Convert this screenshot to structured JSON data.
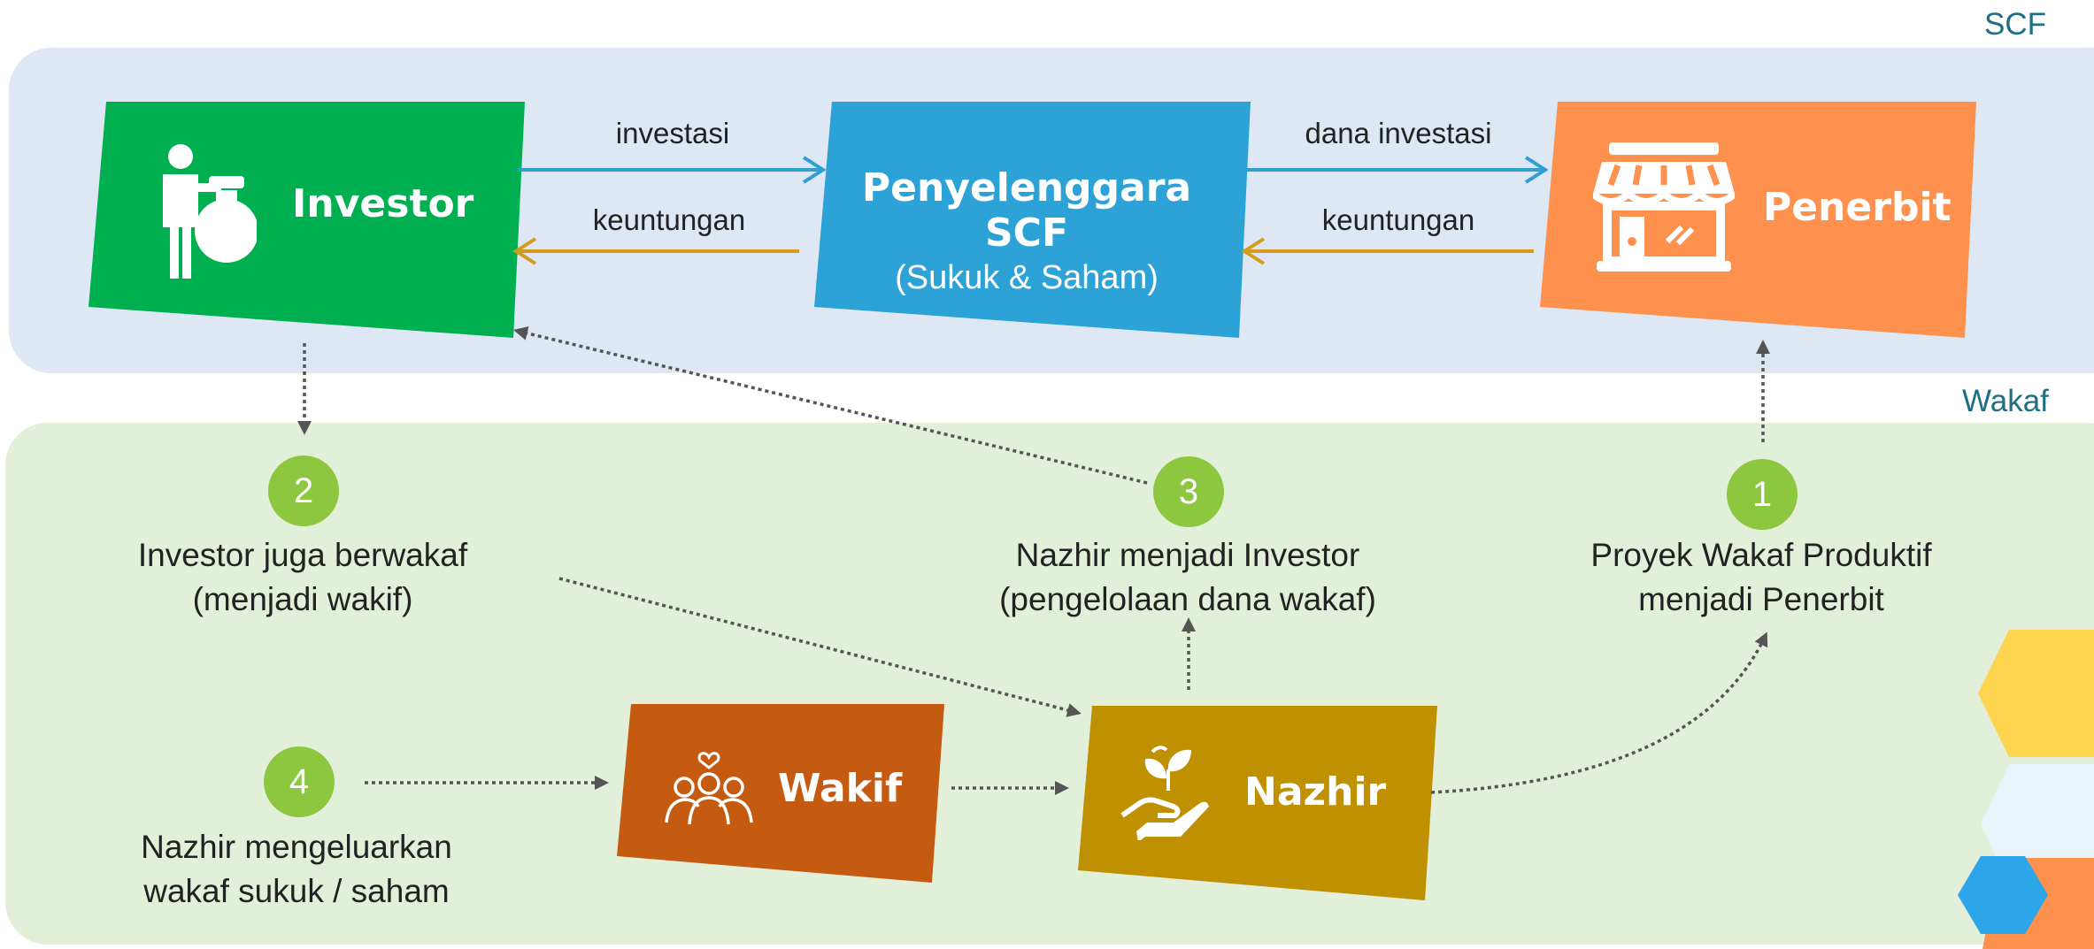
{
  "regions": {
    "scf_label": "SCF",
    "wakaf_label": "Wakaf"
  },
  "nodes": {
    "investor": "Investor",
    "penyelenggara_title": "Penyelenggara SCF",
    "penyelenggara_subtitle": "(Sukuk & Saham)",
    "penerbit": "Penerbit",
    "wakif": "Wakif",
    "nazhir": "Nazhir"
  },
  "flows": {
    "investasi": "investasi",
    "keuntungan_left": "keuntungan",
    "dana_investasi": "dana investasi",
    "keuntungan_right": "keuntungan"
  },
  "steps": [
    {
      "number": "1",
      "line1": "Proyek Wakaf Produktif",
      "line2": "menjadi Penerbit"
    },
    {
      "number": "2",
      "line1": "Investor juga berwakaf",
      "line2": "(menjadi wakif)"
    },
    {
      "number": "3",
      "line1": "Nazhir menjadi Investor",
      "line2": "(pengelolaan dana wakaf)"
    },
    {
      "number": "4",
      "line1": "Nazhir mengeluarkan",
      "line2": "wakaf sukuk / saham"
    }
  ],
  "colors": {
    "scf_bg": "#dde8f4",
    "wakaf_bg": "#e2efd9",
    "investor": "#00b050",
    "penyelenggara": "#2ca2d6",
    "penerbit": "#fd914d",
    "wakif": "#c55a11",
    "nazhir": "#bf9000",
    "badge": "#8dc63f",
    "arrow_blue": "#2e9fd4",
    "arrow_orange": "#d59b1c"
  }
}
